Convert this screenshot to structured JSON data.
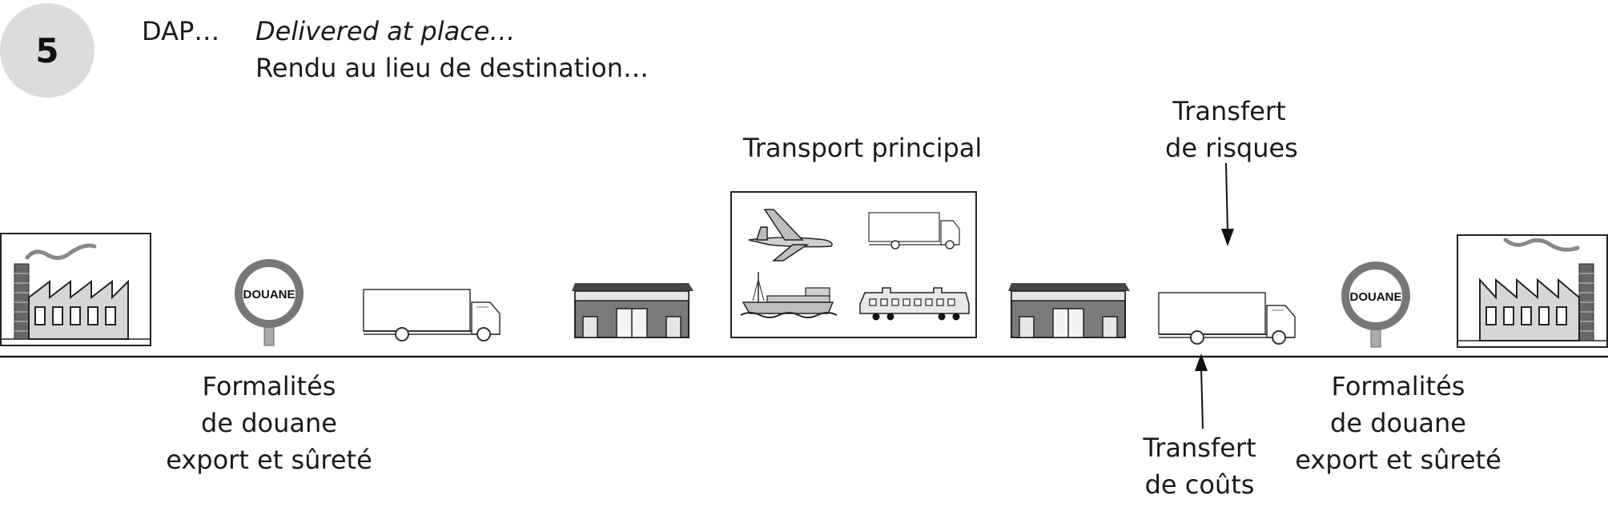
{
  "header": {
    "step_number": "5",
    "incoterm_code": "DAP…",
    "english_name": "Delivered at place…",
    "french_name": "Rendu au lieu de destination…"
  },
  "main_transport": {
    "title": "Transport principal"
  },
  "customs": {
    "sign_text_left": "DOUANE",
    "sign_text_right": "DOUANE",
    "left_label": [
      "Formalités",
      "de douane",
      "export et sûreté"
    ],
    "right_label": [
      "Formalités",
      "de douane",
      "export et sûreté"
    ]
  },
  "risk_transfer": {
    "label": [
      "Transfert",
      "de risques"
    ]
  },
  "cost_transfer": {
    "label": [
      "Transfert",
      "de coûts"
    ]
  },
  "colors": {
    "badge": "#dcdcdc",
    "line": "#1a1a1a",
    "building_dark": "#7a7a7a",
    "building_light": "#e6e6e6"
  }
}
